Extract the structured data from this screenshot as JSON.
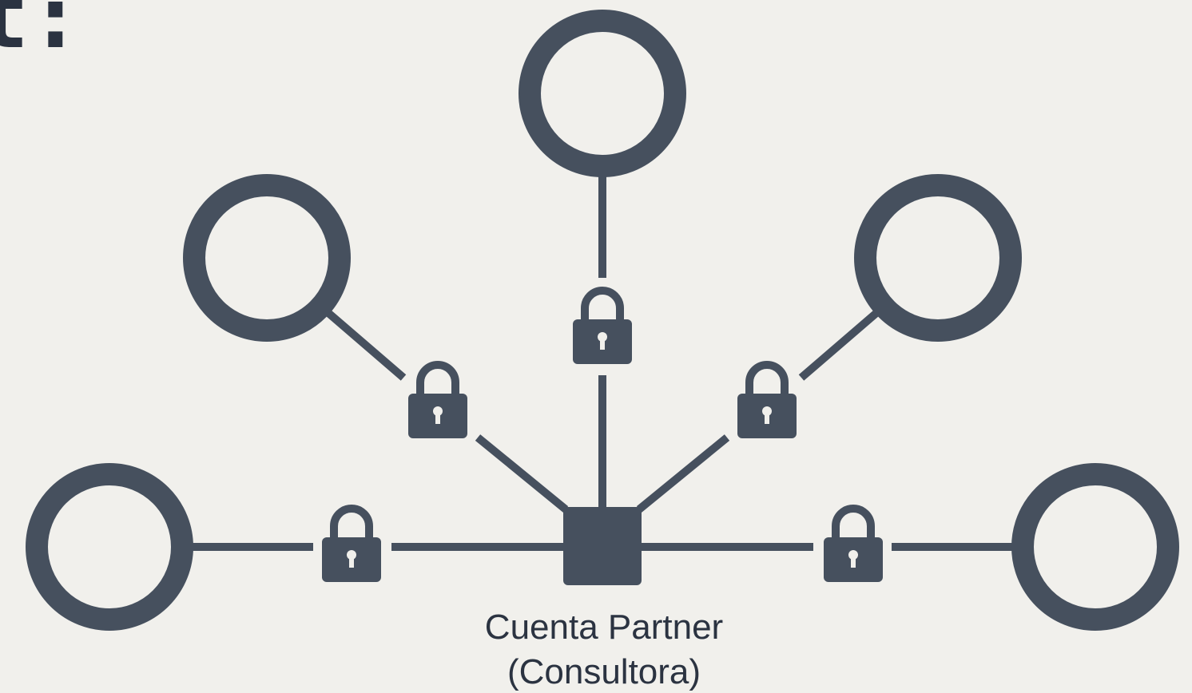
{
  "colors": {
    "background": "#f1f0ec",
    "ink": "#46505e",
    "text": "#2b3341"
  },
  "corner_fragment": "t:",
  "hub": {
    "label_line1": "Cuenta Partner",
    "label_line2": "(Consultora)"
  },
  "spokes": [
    {
      "id": "left",
      "node": "empty-circle",
      "lock": "padlock-icon"
    },
    {
      "id": "upper-left",
      "node": "empty-circle",
      "lock": "padlock-icon"
    },
    {
      "id": "top",
      "node": "empty-circle",
      "lock": "padlock-icon"
    },
    {
      "id": "upper-right",
      "node": "empty-circle",
      "lock": "padlock-icon"
    },
    {
      "id": "right",
      "node": "empty-circle",
      "lock": "padlock-icon"
    }
  ]
}
